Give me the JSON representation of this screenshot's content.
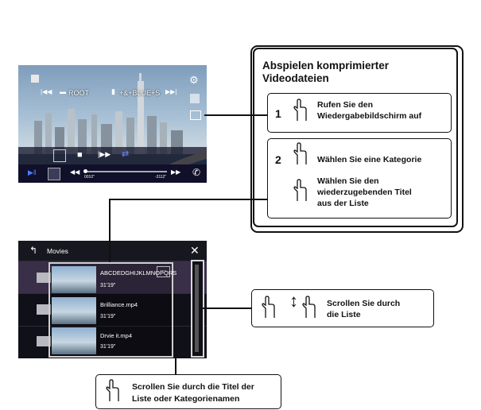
{
  "player": {
    "source_folder": "ROOT",
    "track": "+&+BLUE+S",
    "time_elapsed": "0010\"",
    "time_remaining": "-3112\""
  },
  "list": {
    "title": "Movies",
    "items": [
      {
        "name": "ABCDEDGHIJKLMNOPQRS",
        "duration": "31'19\"",
        "more": "...."
      },
      {
        "name": "Brilliance.mp4",
        "duration": "31'19\""
      },
      {
        "name": "Drvie it.mp4",
        "duration": "31'19\""
      }
    ]
  },
  "callouts": {
    "title_line1": "Abspielen komprimierter",
    "title_line2": "Videodateien",
    "step1_number": "1",
    "step1_line1": "Rufen Sie den",
    "step1_line2": "Wiedergabebildschirm auf",
    "step2_number": "2",
    "step2a_text": "Wählen Sie eine Kategorie",
    "step2b_line1": "Wählen Sie den",
    "step2b_line2": "wiederzugebenden Titel",
    "step2b_line3": "aus der Liste",
    "scroll_line1": "Scrollen Sie durch",
    "scroll_line2": "die Liste",
    "bottom_line1": "Scrollen Sie durch die Titel der",
    "bottom_line2": "Liste oder Kategorienamen"
  },
  "icons": [
    "menu-icon",
    "settings-icon",
    "prev-track-icon",
    "folder-icon",
    "file-icon",
    "next-track-icon",
    "play-pause-icon",
    "stop-icon",
    "step-play-icon",
    "repeat-icon",
    "rewind-icon",
    "fast-forward-icon",
    "phone-icon",
    "back-arrow-icon",
    "close-icon",
    "hand-pointer-icon",
    "up-down-arrow-icon"
  ]
}
